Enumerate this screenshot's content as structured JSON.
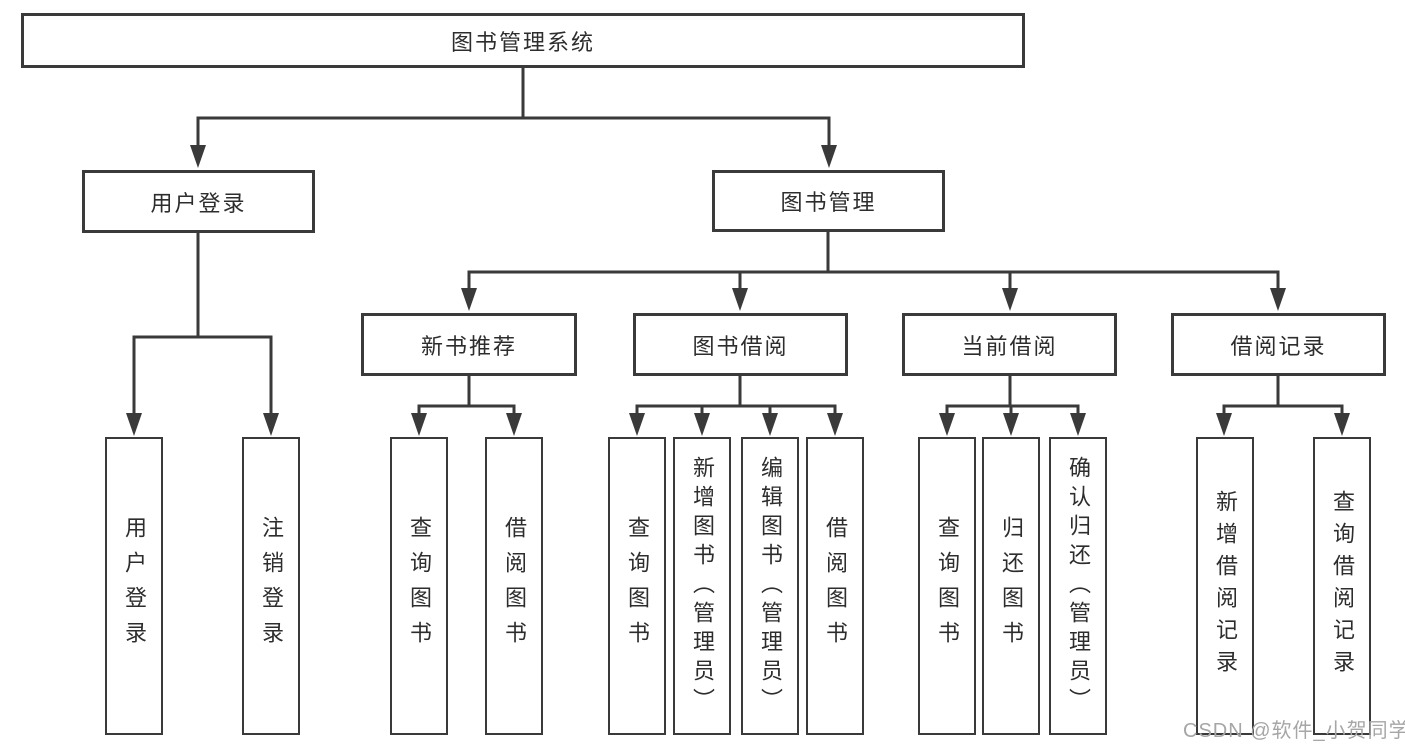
{
  "tree": {
    "root": {
      "label": "图书管理系统"
    },
    "branches": [
      {
        "label": "用户登录",
        "children": [
          {
            "label": "用户登录"
          },
          {
            "label": "注销登录"
          }
        ]
      },
      {
        "label": "图书管理",
        "groups": [
          {
            "label": "新书推荐",
            "children": [
              {
                "label": "查询图书"
              },
              {
                "label": "借阅图书"
              }
            ]
          },
          {
            "label": "图书借阅",
            "children": [
              {
                "label": "查询图书"
              },
              {
                "label": "新增图书（管理员）"
              },
              {
                "label": "编辑图书（管理员）"
              },
              {
                "label": "借阅图书"
              }
            ]
          },
          {
            "label": "当前借阅",
            "children": [
              {
                "label": "查询图书"
              },
              {
                "label": "归还图书"
              },
              {
                "label": "确认归还（管理员）"
              }
            ]
          },
          {
            "label": "借阅记录",
            "children": [
              {
                "label": "新增借阅记录"
              },
              {
                "label": "查询借阅记录"
              }
            ]
          }
        ]
      }
    ]
  },
  "watermark": "CSDN @软件_小贺同学",
  "colors": {
    "line": "#3a3a3a",
    "text": "#2d2d2d",
    "box_fill": "#ffffff",
    "watermark": "#a6a6a6",
    "background": "#ffffff"
  }
}
